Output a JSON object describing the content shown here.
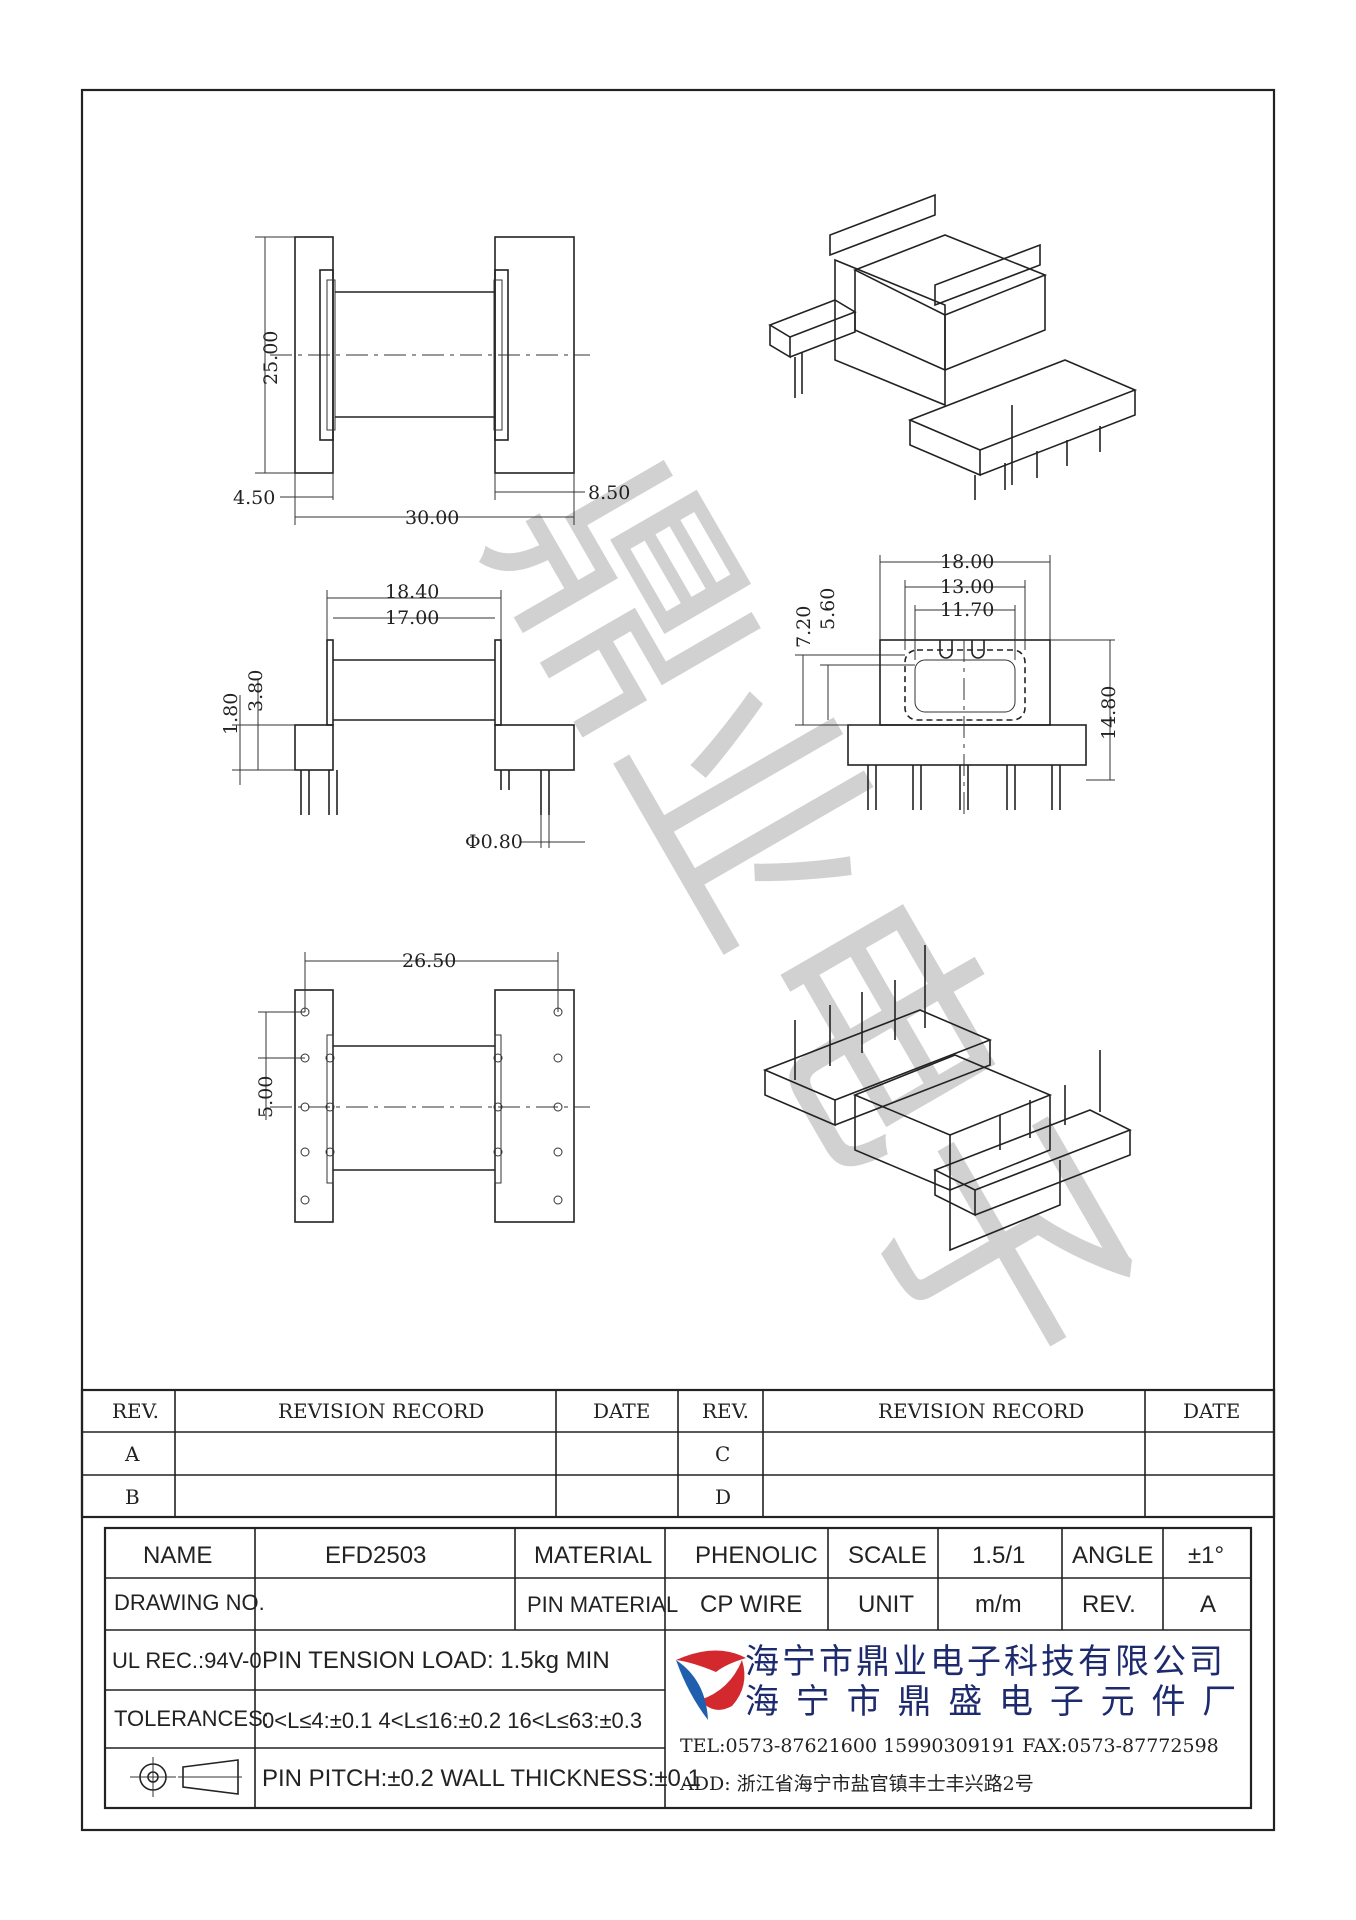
{
  "watermark": "鼎业电子",
  "views": {
    "top": {
      "dims": [
        "25.00",
        "4.50",
        "8.50",
        "30.00"
      ]
    },
    "front": {
      "dims": [
        "18.40",
        "17.00",
        "1.80",
        "3.80",
        "Φ0.80"
      ]
    },
    "side": {
      "dims": [
        "18.00",
        "13.00",
        "11.70",
        "7.20",
        "5.60",
        "14.80"
      ]
    },
    "bottom": {
      "dims": [
        "26.50",
        "5.00"
      ]
    }
  },
  "revision": {
    "headers": [
      "REV.",
      "REVISION RECORD",
      "DATE",
      "REV.",
      "REVISION RECORD",
      "DATE"
    ],
    "rows": [
      [
        "A",
        "C"
      ],
      [
        "B",
        "D"
      ]
    ]
  },
  "titleblock": {
    "name_label": "NAME",
    "name_value": "EFD2503",
    "material_label": "MATERIAL",
    "material_value": "PHENOLIC",
    "scale_label": "SCALE",
    "scale_value": "1.5/1",
    "angle_label": "ANGLE",
    "angle_value": "±1°",
    "drawing_no_label": "DRAWING NO.",
    "drawing_no_value": "",
    "pin_material_label": "PIN MATERIAL",
    "pin_material_value": "CP WIRE",
    "unit_label": "UNIT",
    "unit_value": "m/m",
    "rev_label": "REV.",
    "rev_value": "A",
    "ul_label": "UL REC.:94V-0",
    "pin_tension": "PIN TENSION LOAD:    1.5kg  MIN",
    "tolerances_label": "TOLERANCES:",
    "tolerances_value": "0<L≤4:±0.1  4<L≤16:±0.2  16<L≤63:±0.3",
    "pin_pitch": "PIN PITCH:±0.2  WALL THICKNESS:±0.1"
  },
  "company": {
    "name1": "海宁市鼎业电子科技有限公司",
    "name2": "海 宁 市 鼎 盛 电 子 元 件 厂",
    "tel": "TEL:0573-87621600 15990309191   FAX:0573-87772598",
    "addr": "ADD: 浙江省海宁市盐官镇丰士丰兴路2号",
    "logo_color": "#d2282e",
    "logo_color2": "#1f5fae"
  }
}
